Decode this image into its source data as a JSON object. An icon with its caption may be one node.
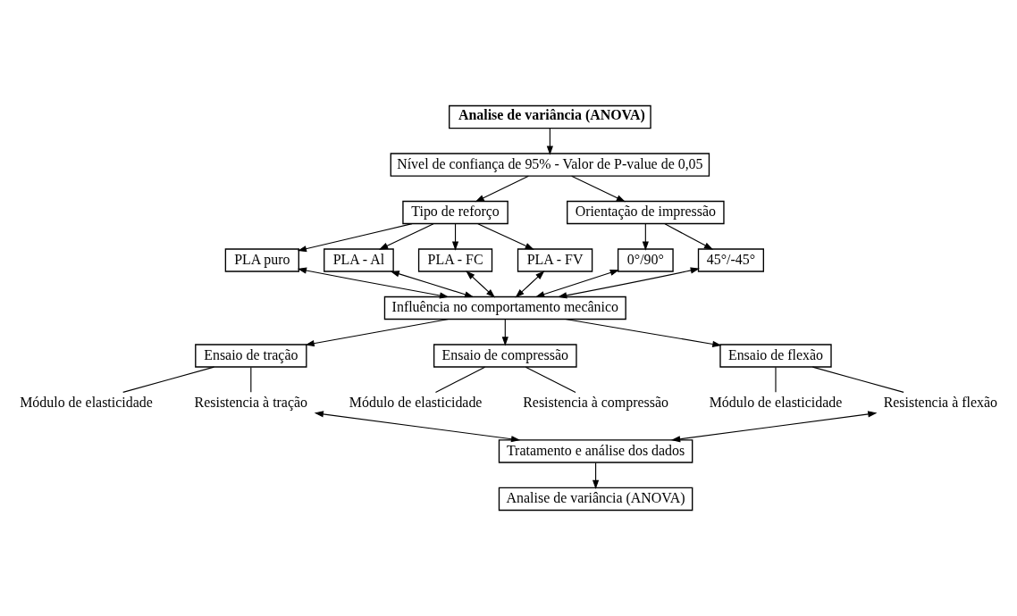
{
  "diagram": {
    "nodes": [
      {
        "text": [
          "Analise de variância (ANOVA)"
        ]
      },
      {
        "text": [
          "Nível de confiança de 95% - Valor de P-value de 0,05"
        ]
      },
      {
        "text": [
          "Tipo de reforço"
        ]
      },
      {
        "text": [
          "Orientação de impressão"
        ]
      },
      {
        "text": [
          "PLA puro"
        ]
      },
      {
        "text": [
          "PLA - Al"
        ]
      },
      {
        "text": [
          "PLA - FC"
        ]
      },
      {
        "text": [
          "PLA - FV"
        ]
      },
      {
        "text": [
          "0°/90°"
        ]
      },
      {
        "text": [
          "45°/-45°"
        ]
      },
      {
        "text": [
          "Influência no comportamento mecânico"
        ]
      },
      {
        "text": [
          "Ensaio de tração"
        ]
      },
      {
        "text": [
          "Módulo de elasticidade"
        ]
      },
      {
        "text": [
          "Resistencia à tração"
        ]
      },
      {
        "text": [
          "Ensaio de compressão"
        ]
      },
      {
        "text": [
          "Módulo de elasticidade"
        ]
      },
      {
        "text": [
          "Resistencia à compressão"
        ]
      },
      {
        "text": [
          "Ensaio de flexão"
        ]
      },
      {
        "text": [
          "Módulo de elasticidade"
        ]
      },
      {
        "text": [
          "Resistencia à flexão"
        ]
      },
      {
        "text": [
          "Tratamento e análise dos dados"
        ]
      },
      {
        "text": [
          "Analise de variância (ANOVA)"
        ]
      }
    ],
    "edges": [
      {
        "from": 0,
        "to": 1,
        "arrow": "to"
      },
      {
        "from": 1,
        "to": 2,
        "arrow": "to"
      },
      {
        "from": 1,
        "to": 3,
        "arrow": "to"
      },
      {
        "from": 2,
        "to": 4,
        "arrow": "to"
      },
      {
        "from": 2,
        "to": 5,
        "arrow": "to"
      },
      {
        "from": 2,
        "to": 6,
        "arrow": "to"
      },
      {
        "from": 2,
        "to": 7,
        "arrow": "to"
      },
      {
        "from": 3,
        "to": 8,
        "arrow": "to"
      },
      {
        "from": 3,
        "to": 9,
        "arrow": "to"
      },
      {
        "from": 4,
        "to": 10,
        "arrow": "both"
      },
      {
        "from": 5,
        "to": 10,
        "arrow": "both"
      },
      {
        "from": 6,
        "to": 10,
        "arrow": "both"
      },
      {
        "from": 7,
        "to": 10,
        "arrow": "both"
      },
      {
        "from": 8,
        "to": 10,
        "arrow": "both"
      },
      {
        "from": 9,
        "to": 10,
        "arrow": "both"
      },
      {
        "from": 10,
        "to": 11,
        "arrow": "to"
      },
      {
        "from": 10,
        "to": 14,
        "arrow": "to"
      },
      {
        "from": 10,
        "to": 17,
        "arrow": "to"
      },
      {
        "from": 11,
        "to": 12,
        "arrow": "none"
      },
      {
        "from": 11,
        "to": 13,
        "arrow": "none"
      },
      {
        "from": 14,
        "to": 15,
        "arrow": "none"
      },
      {
        "from": 14,
        "to": 16,
        "arrow": "none"
      },
      {
        "from": 17,
        "to": 18,
        "arrow": "none"
      },
      {
        "from": 17,
        "to": 19,
        "arrow": "none"
      },
      {
        "from": 13,
        "to": 20,
        "arrow": "both"
      },
      {
        "from": 19,
        "to": 20,
        "arrow": "both"
      },
      {
        "from": 20,
        "to": 21,
        "arrow": "to"
      }
    ]
  }
}
